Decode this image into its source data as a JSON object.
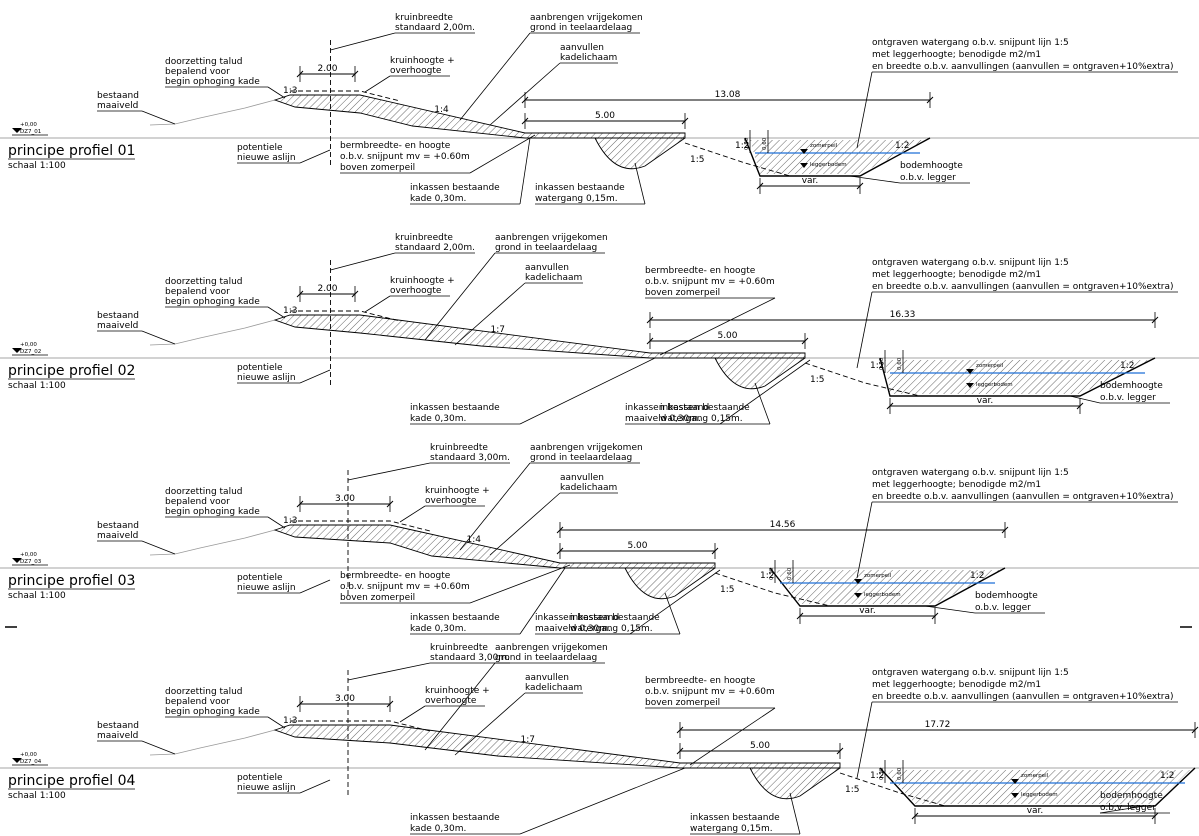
{
  "profiles": [
    {
      "title": "principe profiel 01",
      "scale": "schaal 1:100",
      "ref_top": "+0,00",
      "ref_bottom": "DZ7_01",
      "crest_width": "2.00",
      "total_width": "13.08",
      "berm_width": "5.00",
      "bottom_width": "var.",
      "slope_1": "1:3",
      "slope_2": "1:4",
      "slope_3": "1:2",
      "slope_4": "1:5",
      "slope_5": "1:2",
      "dim_050": "0.50",
      "dim_060": "0.60",
      "zomerpeil": "zomerpeil",
      "leggerbodem": "leggerbodem",
      "kruinbreedte": "kruinbreedte",
      "kruinbreedte_std": "standaard 2,00m.",
      "doorzetting_1": "doorzetting talud",
      "doorzetting_2": "bepalend voor",
      "doorzetting_3": "begin ophoging kade",
      "bestaand_1": "bestaand",
      "bestaand_2": "maaiveld",
      "kruinhoogte_1": "kruinhoogte +",
      "kruinhoogte_2": "overhoogte",
      "aanbrengen_1": "aanbrengen vrijgekomen",
      "aanbrengen_2": "grond in teelaardelaag",
      "aanvullen_1": "aanvullen",
      "aanvullen_2": "kadelichaam",
      "ontgraven_1": "ontgraven watergang o.b.v. snijpunt lijn 1:5",
      "ontgraven_2": "met leggerhoogte; benodigde m2/m1",
      "ontgraven_3": "en breedte o.b.v. aanvullingen (aanvullen = ontgraven+10%extra)",
      "potentiele_1": "potentiele",
      "potentiele_2": "nieuwe aslijn",
      "berm_1": "bermbreedte- en hoogte",
      "berm_2": "o.b.v. snijpunt mv = +0.60m",
      "berm_3": "boven zomerpeil",
      "bodem_1": "bodemhoogte",
      "bodem_2": "o.b.v. legger",
      "inkade_1": "inkassen bestaande",
      "inkade_2": "kade 0,30m.",
      "inwater_1": "inkassen bestaande",
      "inwater_2": "watergang 0,15m.",
      "inmaai_1": "",
      "inmaai_2": ""
    },
    {
      "title": "principe profiel 02",
      "scale": "schaal 1:100",
      "ref_top": "+0,00",
      "ref_bottom": "DZ7_02",
      "crest_width": "2.00",
      "total_width": "16.33",
      "berm_width": "5.00",
      "bottom_width": "var.",
      "slope_1": "1:3",
      "slope_2": "1:7",
      "slope_3": "1:2",
      "slope_4": "1:5",
      "slope_5": "1:2",
      "dim_050": "0.50",
      "dim_060": "0.60",
      "zomerpeil": "zomerpeil",
      "leggerbodem": "leggerbodem",
      "kruinbreedte": "kruinbreedte",
      "kruinbreedte_std": "standaard 2,00m.",
      "doorzetting_1": "doorzetting talud",
      "doorzetting_2": "bepalend voor",
      "doorzetting_3": "begin ophoging kade",
      "bestaand_1": "bestaand",
      "bestaand_2": "maaiveld",
      "kruinhoogte_1": "kruinhoogte +",
      "kruinhoogte_2": "overhoogte",
      "aanbrengen_1": "aanbrengen vrijgekomen",
      "aanbrengen_2": "grond in teelaardelaag",
      "aanvullen_1": "aanvullen",
      "aanvullen_2": "kadelichaam",
      "ontgraven_1": "ontgraven watergang o.b.v. snijpunt lijn 1:5",
      "ontgraven_2": "met leggerhoogte; benodigde m2/m1",
      "ontgraven_3": "en breedte o.b.v. aanvullingen (aanvullen = ontgraven+10%extra)",
      "potentiele_1": "potentiele",
      "potentiele_2": "nieuwe aslijn",
      "berm_1": "bermbreedte- en hoogte",
      "berm_2": "o.b.v. snijpunt mv = +0.60m",
      "berm_3": "boven zomerpeil",
      "bodem_1": "bodemhoogte",
      "bodem_2": "o.b.v. legger",
      "inkade_1": "inkassen bestaande",
      "inkade_2": "kade 0,30m.",
      "inwater_1": "inkassen bestaande",
      "inwater_2": "watergang 0,15m.",
      "inmaai_1": "inkassen bestaand",
      "inmaai_2": "maaiveld 0,30m."
    },
    {
      "title": "principe profiel 03",
      "scale": "schaal 1:100",
      "ref_top": "+0,00",
      "ref_bottom": "DZ7_03",
      "crest_width": "3.00",
      "total_width": "14.56",
      "berm_width": "5.00",
      "bottom_width": "var.",
      "slope_1": "1:3",
      "slope_2": "1:4",
      "slope_3": "1:2",
      "slope_4": "1:5",
      "slope_5": "1:2",
      "dim_050": "0.50",
      "dim_060": "0.60",
      "zomerpeil": "zomerpeil",
      "leggerbodem": "leggerbodem",
      "kruinbreedte": "kruinbreedte",
      "kruinbreedte_std": "standaard 3,00m.",
      "doorzetting_1": "doorzetting talud",
      "doorzetting_2": "bepalend voor",
      "doorzetting_3": "begin ophoging kade",
      "bestaand_1": "bestaand",
      "bestaand_2": "maaiveld",
      "kruinhoogte_1": "kruinhoogte +",
      "kruinhoogte_2": "overhoogte",
      "aanbrengen_1": "aanbrengen vrijgekomen",
      "aanbrengen_2": "grond in teelaardelaag",
      "aanvullen_1": "aanvullen",
      "aanvullen_2": "kadelichaam",
      "ontgraven_1": "ontgraven watergang o.b.v. snijpunt lijn 1:5",
      "ontgraven_2": "met leggerhoogte; benodigde m2/m1",
      "ontgraven_3": "en breedte o.b.v. aanvullingen (aanvullen = ontgraven+10%extra)",
      "potentiele_1": "potentiele",
      "potentiele_2": "nieuwe aslijn",
      "berm_1": "bermbreedte- en hoogte",
      "berm_2": "o.b.v. snijpunt mv = +0.60m",
      "berm_3": "boven zomerpeil",
      "bodem_1": "bodemhoogte",
      "bodem_2": "o.b.v. legger",
      "inkade_1": "inkassen bestaande",
      "inkade_2": "kade 0,30m.",
      "inwater_1": "inkassen bestaande",
      "inwater_2": "watergang 0,15m.",
      "inmaai_1": "inkassen bestaand",
      "inmaai_2": "maaiveld 0,30m."
    },
    {
      "title": "principe profiel 04",
      "scale": "schaal 1:100",
      "ref_top": "+0,00",
      "ref_bottom": "DZ7_04",
      "crest_width": "3.00",
      "total_width": "17.72",
      "berm_width": "5.00",
      "bottom_width": "var.",
      "slope_1": "1:3",
      "slope_2": "1:7",
      "slope_3": "1:2",
      "slope_4": "1:5",
      "slope_5": "1:2",
      "dim_050": "0.50",
      "dim_060": "0.60",
      "zomerpeil": "zomerpeil",
      "leggerbodem": "leggerbodem",
      "kruinbreedte": "kruinbreedte",
      "kruinbreedte_std": "standaard 3,00m.",
      "doorzetting_1": "doorzetting talud",
      "doorzetting_2": "bepalend voor",
      "doorzetting_3": "begin ophoging kade",
      "bestaand_1": "bestaand",
      "bestaand_2": "maaiveld",
      "kruinhoogte_1": "kruinhoogte +",
      "kruinhoogte_2": "overhoogte",
      "aanbrengen_1": "aanbrengen vrijgekomen",
      "aanbrengen_2": "grond in teelaardelaag",
      "aanvullen_1": "aanvullen",
      "aanvullen_2": "kadelichaam",
      "ontgraven_1": "ontgraven watergang o.b.v. snijpunt lijn 1:5",
      "ontgraven_2": "met leggerhoogte; benodigde m2/m1",
      "ontgraven_3": "en breedte o.b.v. aanvullingen (aanvullen = ontgraven+10%extra)",
      "potentiele_1": "potentiele",
      "potentiele_2": "nieuwe aslijn",
      "berm_1": "bermbreedte- en hoogte",
      "berm_2": "o.b.v. snijpunt mv = +0.60m",
      "berm_3": "boven zomerpeil",
      "bodem_1": "bodemhoogte",
      "bodem_2": "o.b.v. legger",
      "inkade_1": "inkassen bestaande",
      "inkade_2": "kade 0,30m.",
      "inwater_1": "inkassen bestaande",
      "inwater_2": "watergang 0,15m.",
      "inmaai_1": "",
      "inmaai_2": ""
    }
  ],
  "colors": {
    "water_line": "#1e6fd6",
    "hatch": "#000000",
    "existing_ground": "#999999"
  }
}
